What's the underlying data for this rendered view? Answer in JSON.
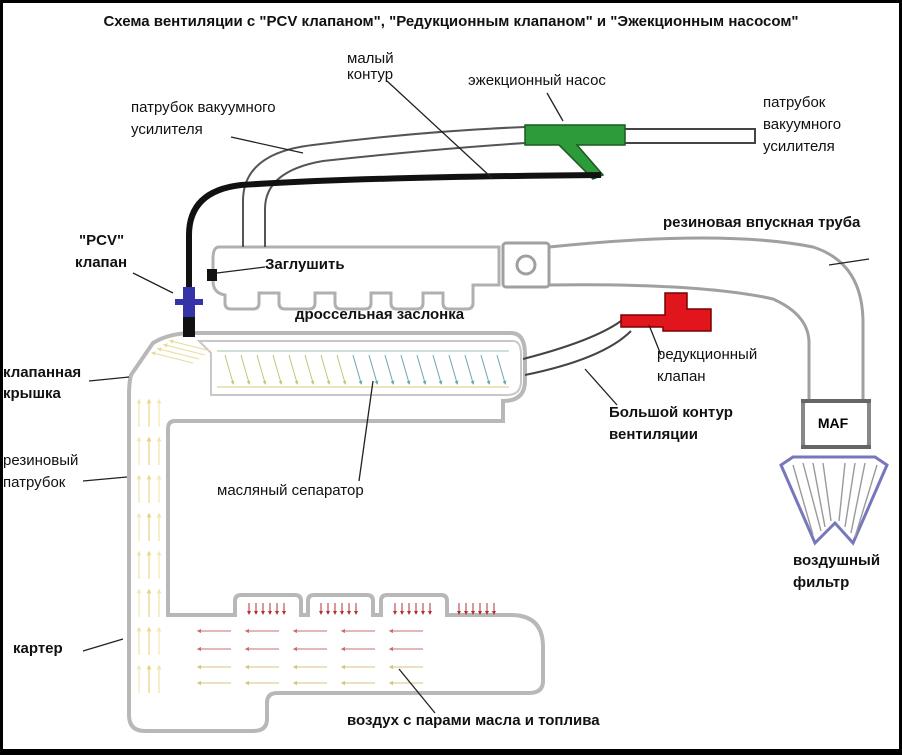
{
  "title": "Схема вентиляции с \"PCV клапаном\", \"Редукционным клапаном\" и \"Эжекционным насосом\"",
  "labels": {
    "small_loop_1": "малый",
    "small_loop_2": "контур",
    "ejector_pump": "эжекционный насос",
    "brake_booster_left_1": "патрубок вакуумного",
    "brake_booster_left_2": "усилителя",
    "brake_booster_right_1": "патрубок",
    "brake_booster_right_2": "вакуумного",
    "brake_booster_right_3": "усилителя",
    "rubber_intake_pipe": "резиновая впускная труба",
    "pcv_1": "\"PCV\"",
    "pcv_2": "клапан",
    "plug": "Заглушить",
    "throttle": "дроссельная заслонка",
    "valve_cover_1": "клапанная",
    "valve_cover_2": "крышка",
    "reduction_valve_1": "редукционный",
    "reduction_valve_2": "клапан",
    "big_loop_1": "Большой контур",
    "big_loop_2": "вентиляции",
    "rubber_hose_1": "резиновый",
    "rubber_hose_2": "патрубок",
    "oil_separator": "масляный сепаратор",
    "maf": "MAF",
    "air_filter_1": "воздушный",
    "air_filter_2": "фильтр",
    "crankcase": "картер",
    "air_vapors": "воздух с парами масла и топлива"
  },
  "colors": {
    "ejector": "#2e9b3a",
    "reduction_valve": "#e0161c",
    "pcv_valve": "#3434a8",
    "filter": "#7777bb",
    "outline": "#a8a8a8",
    "hose": "#111111",
    "flow_cold": "#e8d89a",
    "flow_hot": "#b03030",
    "separator_flow": "#6aa8b0"
  }
}
